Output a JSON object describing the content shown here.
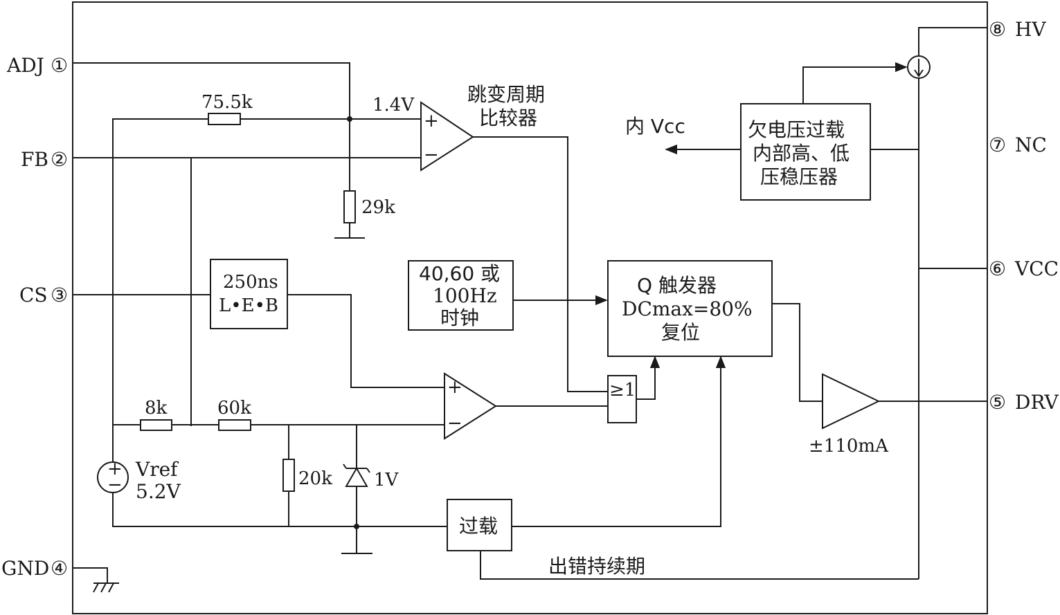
{
  "pins": {
    "adj": {
      "label": "ADJ",
      "num": "①"
    },
    "fb": {
      "label": "FB",
      "num": "②"
    },
    "cs": {
      "label": "CS",
      "num": "③"
    },
    "gnd": {
      "label": "GND",
      "num": "④"
    },
    "drv": {
      "label": "DRV",
      "num": "⑤"
    },
    "vcc": {
      "label": "VCC",
      "num": "⑥"
    },
    "nc": {
      "label": "NC",
      "num": "⑦"
    },
    "hv": {
      "label": "HV",
      "num": "⑧"
    }
  },
  "components": {
    "r_75k5": "75.5k",
    "r_29k": "29k",
    "r_8k": "8k",
    "r_60k": "60k",
    "r_20k": "20k",
    "zener": "1V",
    "vref_name": "Vref",
    "vref_value": "5.2V",
    "v_1v4": "1.4V"
  },
  "blocks": {
    "skip_comparator": [
      "跳变周期",
      "比较器"
    ],
    "leb": [
      "250ns",
      "L•E•B"
    ],
    "clock": [
      "40,60 或",
      "100Hz",
      "时钟"
    ],
    "flipflop": [
      "Q 触发器",
      "DCmax=80%",
      "复位"
    ],
    "or_gate": "≥1",
    "regulator": [
      "欠电压过载",
      "内部高、低",
      "压稳压器"
    ],
    "overload": "过载",
    "driver_current": "±110mA",
    "internal_vcc": "内 Vcc",
    "fault_duration": "出错持续期"
  },
  "symbols": {
    "plus": "+",
    "minus": "−"
  }
}
